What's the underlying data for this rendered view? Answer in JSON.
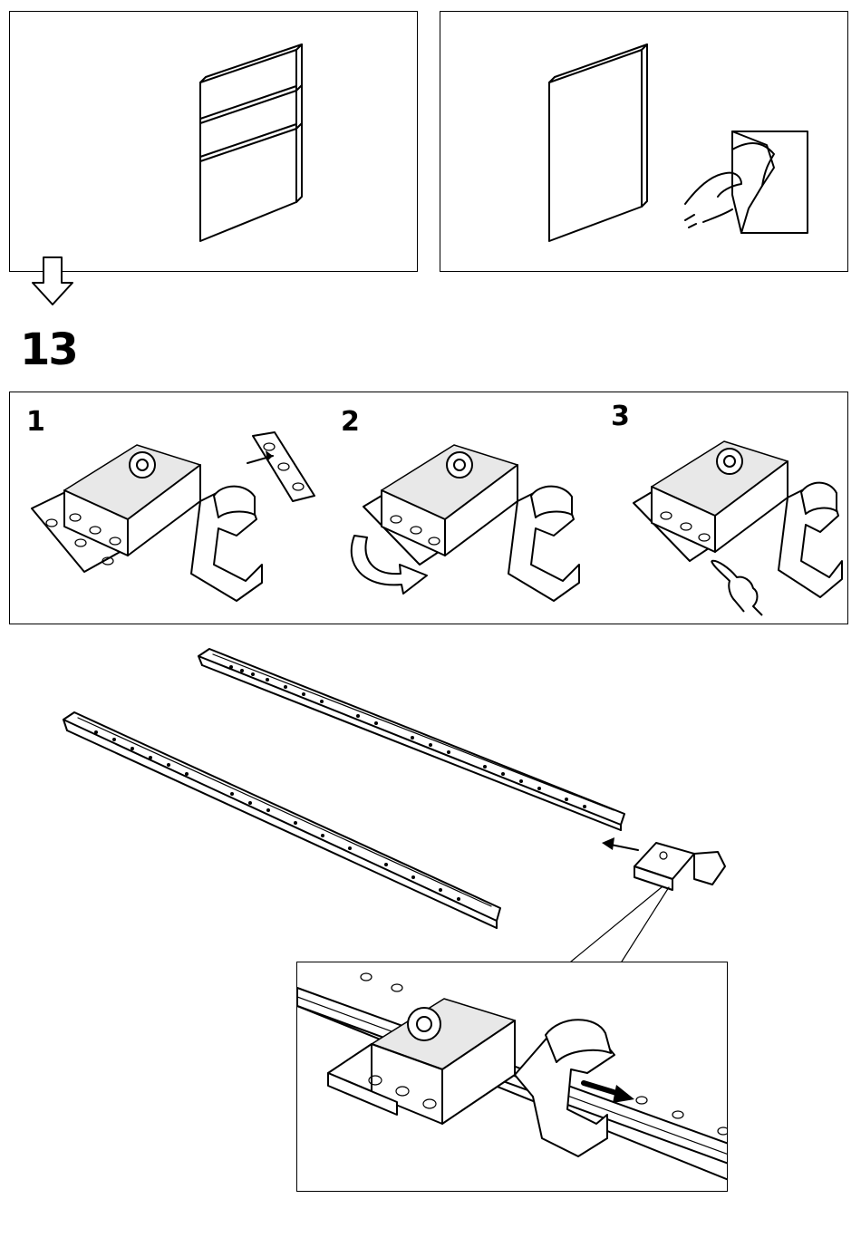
{
  "step": {
    "number": "13"
  },
  "substeps": [
    {
      "label": "1"
    },
    {
      "label": "2"
    },
    {
      "label": "3"
    }
  ],
  "icons": {
    "front_panel": "three-drawer-front-icon",
    "door_panel": "door-panel-icon",
    "peel_film": "peel-protective-film-icon",
    "next_arrow": "down-arrow-icon",
    "clip": "hinge-clip-icon",
    "finger_press": "pointing-finger-icon",
    "curved_arrow": "curved-arrow-icon",
    "rail": "drawer-rail-icon"
  }
}
